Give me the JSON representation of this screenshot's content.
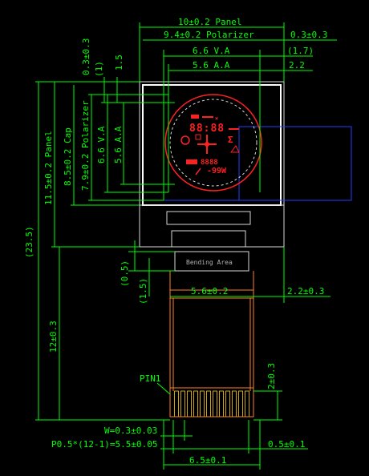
{
  "dimensions": {
    "panel_width": "10±0.2 Panel",
    "polarizer_width": "9.4±0.2 Polarizer",
    "polarizer_offset": "0.3±0.3",
    "va_width": "6.6 V.A",
    "va_offset": "(1.7)",
    "aa_width": "5.6 A.A",
    "aa_offset": "2.2",
    "top_offset_a": "0.3±0.3",
    "top_offset_b": "(1)",
    "top_offset_c": "1.5",
    "total_height": "(23.5)",
    "panel_height": "11.5±0.2 Panel",
    "cap_height": "8.5±0.2 Cap",
    "polarizer_height": "7.9±0.2 Polarizer",
    "va_height": "6.6 V.A",
    "aa_height": "5.6 A.A",
    "fpc_width": "5.6±0.2",
    "fpc_offset": "2.2±0.3",
    "bend_gap_a": "(0.5)",
    "bend_gap_b": "(1.5)",
    "fpc_length": "12±0.3",
    "pin_length": "2±0.3",
    "pin_width": "W=0.3±0.03",
    "pin_pitch": "P0.5*(12-1)=5.5±0.05",
    "pin_margin": "0.5±0.1",
    "connector_width": "6.5±0.1"
  },
  "labels": {
    "bending_area": "Bending Area",
    "pin1": "PIN1"
  },
  "display_text": {
    "line1": "88:88",
    "line2": "8888",
    "line3": "-99W"
  },
  "colors": {
    "dimension": "#00ff00",
    "outline": "#d8d8d8",
    "fpc": "#ff7f2a",
    "active_area": "#ff2020",
    "blue": "#2040ff"
  }
}
